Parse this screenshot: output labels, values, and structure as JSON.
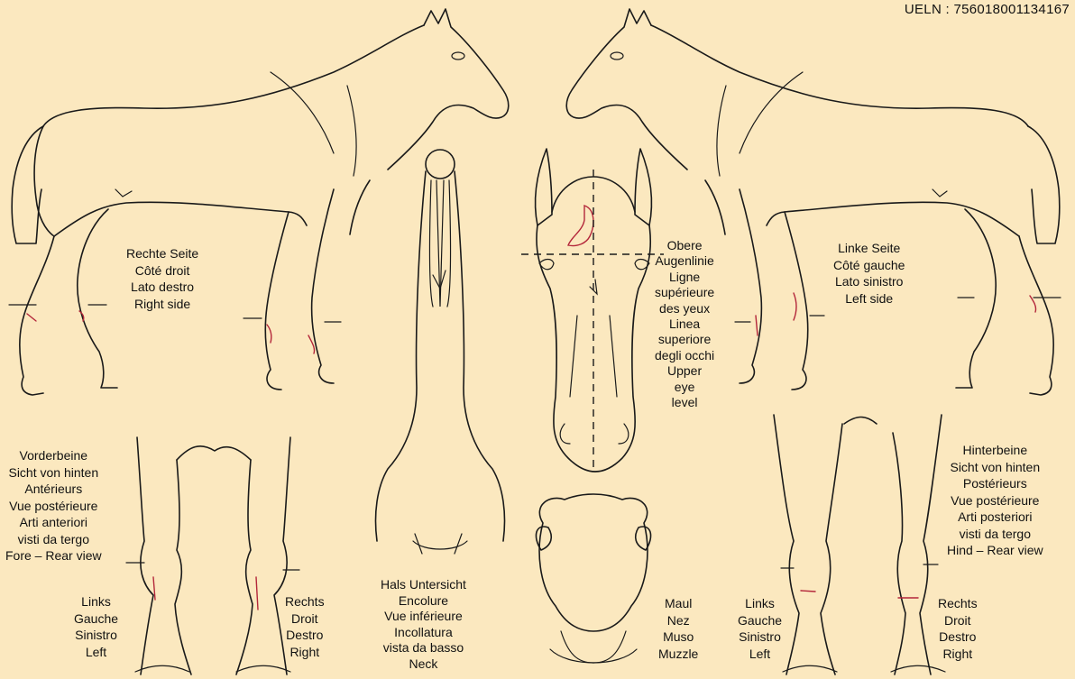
{
  "ueln": "UELN : 756018001134167",
  "labels": {
    "right_side": [
      "Rechte Seite",
      "Côté droit",
      "Lato destro",
      "Right side"
    ],
    "left_side": [
      "Linke Seite",
      "Côté gauche",
      "Lato sinistro",
      "Left side"
    ],
    "eye_level": [
      "Obere",
      "Augenlinie",
      "Ligne",
      "supérieure",
      "des yeux",
      "Linea",
      "superiore",
      "degli occhi",
      "Upper",
      "eye",
      "level"
    ],
    "forelegs": [
      "Vorderbeine",
      "Sicht von hinten",
      "Antérieurs",
      "Vue postérieure",
      "Arti anteriori",
      "visti da tergo",
      "Fore – Rear view"
    ],
    "hindlegs": [
      "Hinterbeine",
      "Sicht von hinten",
      "Postérieurs",
      "Vue postérieure",
      "Arti posteriori",
      "visti da tergo",
      "Hind – Rear view"
    ],
    "fore_left": [
      "Links",
      "Gauche",
      "Sinistro",
      "Left"
    ],
    "fore_right": [
      "Rechts",
      "Droit",
      "Destro",
      "Right"
    ],
    "neck": [
      "Hals Untersicht",
      "Encolure",
      "Vue inférieure",
      "Incollatura",
      "vista da basso",
      "Neck"
    ],
    "muzzle": [
      "Maul",
      "Nez",
      "Muso",
      "Muzzle"
    ],
    "hind_left": [
      "Links",
      "Gauche",
      "Sinistro",
      "Left"
    ],
    "hind_right": [
      "Rechts",
      "Droit",
      "Destro",
      "Right"
    ]
  },
  "colors": {
    "background": "#fbe8bf",
    "ink": "#1a1a1a",
    "markings": "#b3263a"
  }
}
